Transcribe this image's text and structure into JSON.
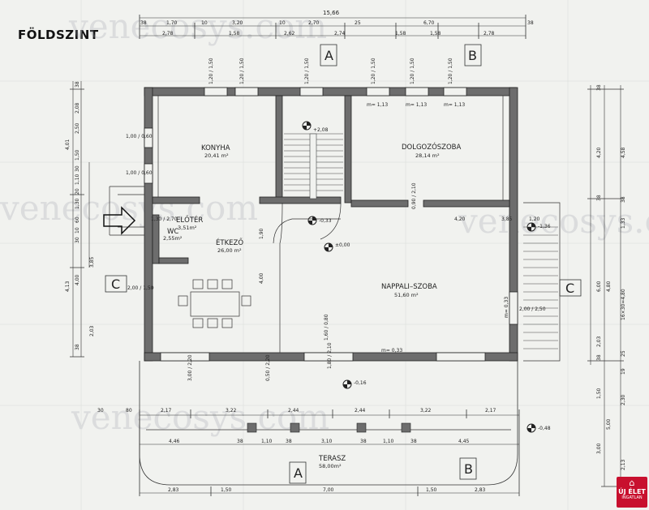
{
  "title": "FÖLDSZINT",
  "watermark": "venecosys.com",
  "logo": {
    "line1": "ÚJ ÉLET",
    "line2": "INGATLAN"
  },
  "rooms": [
    {
      "id": "konyha",
      "name": "KONYHA",
      "area": "20,41 m²"
    },
    {
      "id": "eloter",
      "name": "ELŐTÉR",
      "area": "3,51m²"
    },
    {
      "id": "wc",
      "name": "WC",
      "area": "2,55m²"
    },
    {
      "id": "etkezo",
      "name": "ÉTKEZŐ",
      "area": "26,00 m²"
    },
    {
      "id": "dolgozo",
      "name": "DOLGOZÓSZOBA",
      "area": "28,14 m²"
    },
    {
      "id": "nappali",
      "name": "NAPPALI–SZOBA",
      "area": "51,60 m²"
    },
    {
      "id": "terasz",
      "name": "TERASZ",
      "area": "58,00m²"
    }
  ],
  "levels": [
    "+2,08",
    "-0,33",
    "±0,00",
    "-0,16",
    "-0,48",
    "-1,36"
  ],
  "section_marks": {
    "a": "A",
    "b": "B",
    "c": "C"
  },
  "dims": {
    "top_total": "15,66",
    "top_row1": [
      "38",
      "1,70",
      "10",
      "3,20",
      "10",
      "2,70",
      "25",
      "6,70",
      "38"
    ],
    "top_row2": [
      "2,78",
      "1,58",
      "2,62",
      "2,74",
      "1,58",
      "1,58",
      "2,78"
    ],
    "left": [
      "38",
      "2,08",
      "2,50",
      "4,01",
      "1,50",
      "30",
      "1,10",
      "20",
      "1,30",
      "60",
      "10",
      "30",
      "3,85",
      "4,13",
      "4,00",
      "2,03",
      "38"
    ],
    "right": [
      "38",
      "4,20",
      "4,58",
      "38",
      "1,33",
      "38",
      "6,00",
      "4,80",
      "16×30=4,80",
      "2,03",
      "38",
      "25",
      "19",
      "1,50",
      "2,30",
      "5,00",
      "3,00",
      "2,13"
    ],
    "bottom1": [
      "30",
      "80",
      "2,17",
      "3,22",
      "2,44",
      "2,44",
      "3,22",
      "2,17"
    ],
    "bottom2": [
      "4,46",
      "38",
      "1,10",
      "38",
      "3,10",
      "38",
      "1,10",
      "38",
      "4,45"
    ],
    "bottom3": [
      "2,83",
      "1,50",
      "7,00",
      "1,50",
      "2,83"
    ],
    "windows": [
      "1,20\n1,50",
      "1,20\n1,50",
      "1,20\n1,50",
      "1,20\n1,50",
      "1,20\n1,50",
      "1,20\n1,50"
    ],
    "window_m": [
      "m= 1,13",
      "m= 1,13",
      "m= 1,13",
      "m= 0,33",
      "m= 0,33"
    ],
    "misc": [
      "4,20",
      "3,85",
      "1,30\n2,70",
      "1,00\n0,60",
      "1,00\n0,60",
      "2,00\n1,50",
      "2,00\n2,50",
      "1,20",
      "1,90",
      "4,00",
      "1,60\n0,80",
      "1,80\n2,10",
      "3,00\n2,20",
      "0,50\n2,20",
      "0,90\n2,10"
    ]
  }
}
